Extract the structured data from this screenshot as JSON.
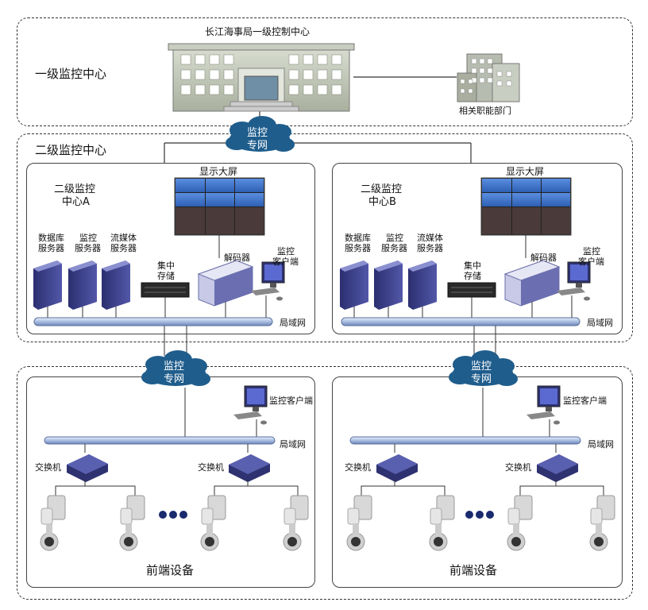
{
  "level1": {
    "title": "一级监控中心",
    "building_caption": "长江海事局一级控制中心",
    "dept_caption": "相关职能部门"
  },
  "network_top": {
    "line1": "监控",
    "line2": "专网"
  },
  "level2": {
    "title": "二级监控中心",
    "centers": [
      {
        "name_line1": "二级监控",
        "name_line2": "中心A",
        "screen_label": "显示大屏",
        "servers": [
          {
            "line1": "数据库",
            "line2": "服务器"
          },
          {
            "line1": "监控",
            "line2": "服务器"
          },
          {
            "line1": "流媒体",
            "line2": "服务器"
          }
        ],
        "storage": {
          "line1": "集中",
          "line2": "存储"
        },
        "decoder": "解码器",
        "client": {
          "line1": "监控",
          "line2": "客户端"
        },
        "lan": "局域网"
      },
      {
        "name_line1": "二级监控",
        "name_line2": "中心B",
        "screen_label": "显示大屏",
        "servers": [
          {
            "line1": "数据库",
            "line2": "服务器"
          },
          {
            "line1": "监控",
            "line2": "服务器"
          },
          {
            "line1": "流媒体",
            "line2": "服务器"
          }
        ],
        "storage": {
          "line1": "集中",
          "line2": "存储"
        },
        "decoder": "解码器",
        "client": {
          "line1": "监控",
          "line2": "客户端"
        },
        "lan": "局域网"
      }
    ]
  },
  "frontend": {
    "clouds": [
      {
        "line1": "监控",
        "line2": "专网"
      },
      {
        "line1": "监控",
        "line2": "专网"
      }
    ],
    "groups": [
      {
        "client": "监控客户端",
        "lan": "局域网",
        "switch1": "交换机",
        "switch2": "交换机",
        "title": "前端设备"
      },
      {
        "client": "监控客户端",
        "lan": "局域网",
        "switch1": "交换机",
        "switch2": "交换机",
        "title": "前端设备"
      }
    ]
  },
  "colors": {
    "cloud": "#1f5d8c",
    "lan": "#b9c9e6",
    "server": "#3a3f8c",
    "screen_top": "#3a72c9",
    "screen_bottom": "#4a3a3a"
  }
}
